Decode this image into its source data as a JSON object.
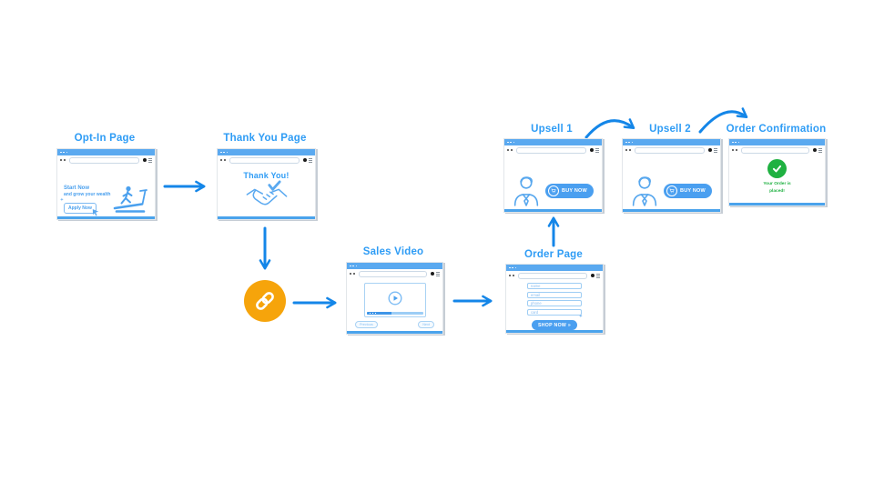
{
  "colors": {
    "arrow": "#1486e8",
    "heading": "#2e9cf5",
    "chrome_bar": "#5aa9f0",
    "bottom_bar": "#4aa3ec",
    "outline": "#57a7ee",
    "light_outline": "#a9d2f4",
    "button_blue": "#4a9ff0",
    "orange": "#f6a40b",
    "green": "#1fb141",
    "dark": "#2b2b2b"
  },
  "pages": {
    "opt_in": {
      "title": "Opt-In Page",
      "headline": "Start Now",
      "subline": "and grow your wealth",
      "cta": "Apply Now"
    },
    "thank_you": {
      "title": "Thank You Page",
      "message": "Thank You!"
    },
    "sales_video": {
      "title": "Sales Video",
      "prev_label": "Previous",
      "next_label": "Next"
    },
    "order": {
      "title": "Order Page",
      "fields": [
        "name",
        "email",
        "phone",
        "card"
      ],
      "cta": "SHOP NOW »"
    },
    "upsell_1": {
      "title": "Upsell 1",
      "cta": "BUY NOW"
    },
    "upsell_2": {
      "title": "Upsell 2",
      "cta": "BUY NOW"
    },
    "confirmation": {
      "title": "Order Confirmation",
      "message_line_1": "Your Order is",
      "message_line_2": "placed!"
    }
  },
  "icons": {
    "sparkle_glyph": "✦"
  }
}
